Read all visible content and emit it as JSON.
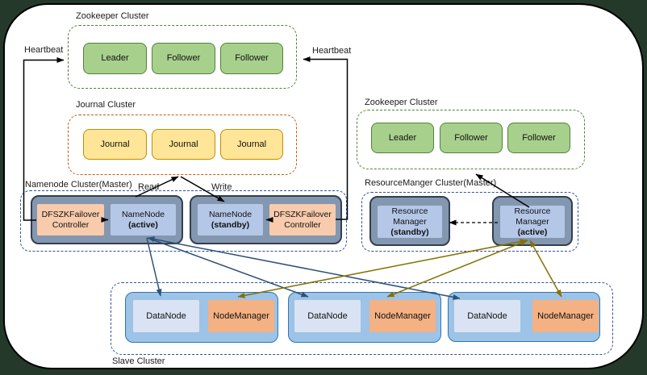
{
  "edge_labels": {
    "heartbeat_left": "Heartbeat",
    "heartbeat_right": "Heartbeat",
    "read": "Read",
    "write": "Write"
  },
  "zookeeper_left": {
    "title": "Zookeeper Cluster",
    "nodes": [
      "Leader",
      "Follower",
      "Follower"
    ]
  },
  "journal": {
    "title": "Journal Cluster",
    "nodes": [
      "Journal",
      "Journal",
      "Journal"
    ]
  },
  "namenode_cluster": {
    "title": "Namenode Cluster(Master)",
    "controller_left": {
      "line1": "DFSZKFailover",
      "line2": "Controller"
    },
    "namenode_active": {
      "line1": "NameNode",
      "line2": "(active)"
    },
    "namenode_standby": {
      "line1": "NameNode",
      "line2": "(standby)"
    },
    "controller_right": {
      "line1": "DFSZKFailover",
      "line2": "Controller"
    }
  },
  "zookeeper_right": {
    "title": "Zookeeper Cluster",
    "nodes": [
      "Leader",
      "Follower",
      "Follower"
    ]
  },
  "rm_cluster": {
    "title": "ResourceManger Cluster(Master)",
    "standby": {
      "line1": "Resource",
      "line2": "Manager",
      "line3": "(standby)"
    },
    "active": {
      "line1": "Resource",
      "line2": "Manager",
      "line3": "(active)"
    }
  },
  "slave_cluster": {
    "title": "Slave Cluster",
    "workers": [
      {
        "datanode": "DataNode",
        "nodemanager": "NodeManager"
      },
      {
        "datanode": "DataNode",
        "nodemanager": "NodeManager"
      },
      {
        "datanode": "DataNode",
        "nodemanager": "NodeManager"
      }
    ]
  },
  "colors": {
    "outer_background": "#24392a",
    "zookeeper_node_fill": "#a8d08d",
    "zookeeper_border": "#538135",
    "journal_node_fill": "#ffe598",
    "journal_node_border": "#bf8f00",
    "journal_cluster_border": "#c55a11",
    "master_container_fill": "#8497b0",
    "master_container_border": "#333f50",
    "namenode_fill": "#b4c7e7",
    "controller_fill": "#f8cbad",
    "cluster_dashed_blue": "#2f5496",
    "slave_container_fill": "#9dc3e6",
    "slave_container_border": "#2e75b6",
    "datanode_fill": "#dae3f3",
    "nodemanager_fill": "#f4b183",
    "arrow_black": "#000000",
    "arrow_blue": "#2e5077",
    "arrow_olive": "#857000"
  }
}
